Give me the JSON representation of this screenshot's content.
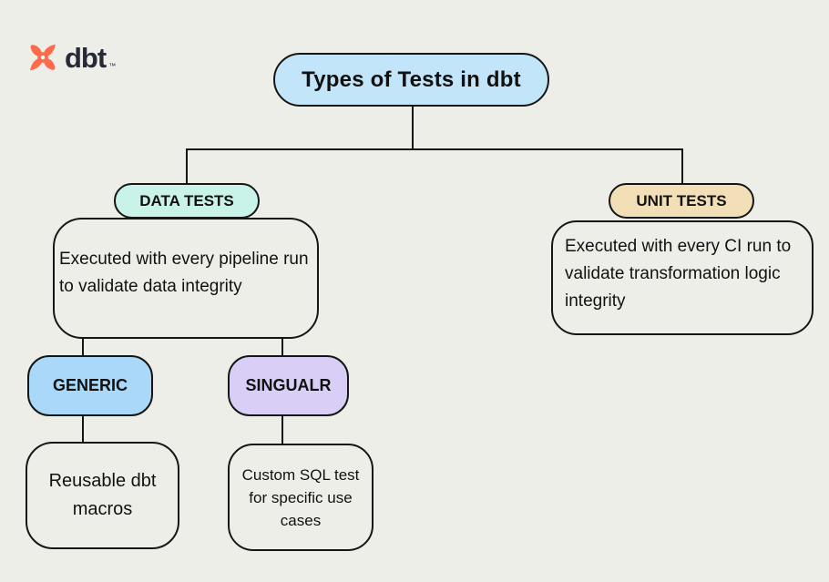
{
  "page": {
    "background": "#eeeee9",
    "line_color": "#161616",
    "text_color": "#111111"
  },
  "logo": {
    "brand": "dbt",
    "trademark": "™",
    "mark_color": "#ff6a4c",
    "wordmark_color": "#262a38"
  },
  "diagram": {
    "root": {
      "label": "Types of Tests in dbt",
      "fill": "#c3e5fa"
    },
    "data_tests": {
      "label": "DATA TESTS",
      "fill": "#c9f2e8",
      "description": "Executed with every pipeline run to validate data integrity"
    },
    "unit_tests": {
      "label": "UNIT TESTS",
      "fill": "#f3dfb7",
      "description": "Executed with every CI run to validate transformation logic integrity"
    },
    "generic": {
      "label": "GENERIC",
      "fill": "#a9d8f8",
      "description": "Reusable dbt macros"
    },
    "singular": {
      "label": "SINGUALR",
      "fill": "#d9cff6",
      "description": "Custom SQL test for specific use cases"
    }
  }
}
